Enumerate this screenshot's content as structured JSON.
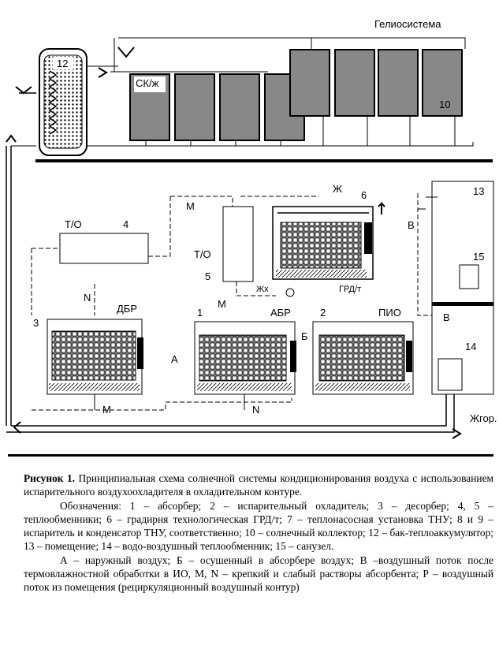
{
  "title": "Гелиосистема",
  "labels": {
    "sk": "СК/ж",
    "n12": "12",
    "n10": "10",
    "zh": "Ж",
    "n6": "6",
    "n13": "13",
    "M1": "М",
    "B1": "В",
    "to1": "Т/О",
    "n4": "4",
    "to2": "Т/О",
    "n5": "5",
    "n15": "15",
    "zhx": "Жх",
    "grd": "ГРД/т",
    "N1": "N",
    "dbr": "ДБР",
    "M2": "М",
    "abr": "АБР",
    "n1": "1",
    "n2": "2",
    "B_": "Б",
    "pio": "ПИО",
    "B2": "В",
    "n3": "3",
    "A": "А",
    "n14": "14",
    "M3": "М",
    "N2": "N",
    "zhgor": "Жгор."
  },
  "caption": {
    "title": "Рисунок 1.",
    "title_text": " Принципиальная схема солнечной системы кондиционирования воздуха с использованием испарительного воздухоохладителя в охладительном контуре.",
    "legend": "Обозначения: 1 – абсорбер; 2 – испарительный охладитель; 3 – десорбер; 4, 5 – теплообменники; 6 – градирня технологическая ГРД/т; 7 – теплонасосная установка ТНУ; 8 и 9 – испаритель и конденсатор ТНУ, соответственно; 10 – солнечный коллектор; 12 – бак-теплоаккумулятор; 13 – помещение; 14 – водо-воздушный теплообменник; 15 – санузел.",
    "flows": "А – наружный воздух; Б – осушенный в абсорбере воздух; В –воздушный поток после термовлажностной обработки в ИО, М, N – крепкий и слабый растворы абсорбента; Р – воздушный поток из помещения (рециркуляционный воздушный контур)"
  }
}
